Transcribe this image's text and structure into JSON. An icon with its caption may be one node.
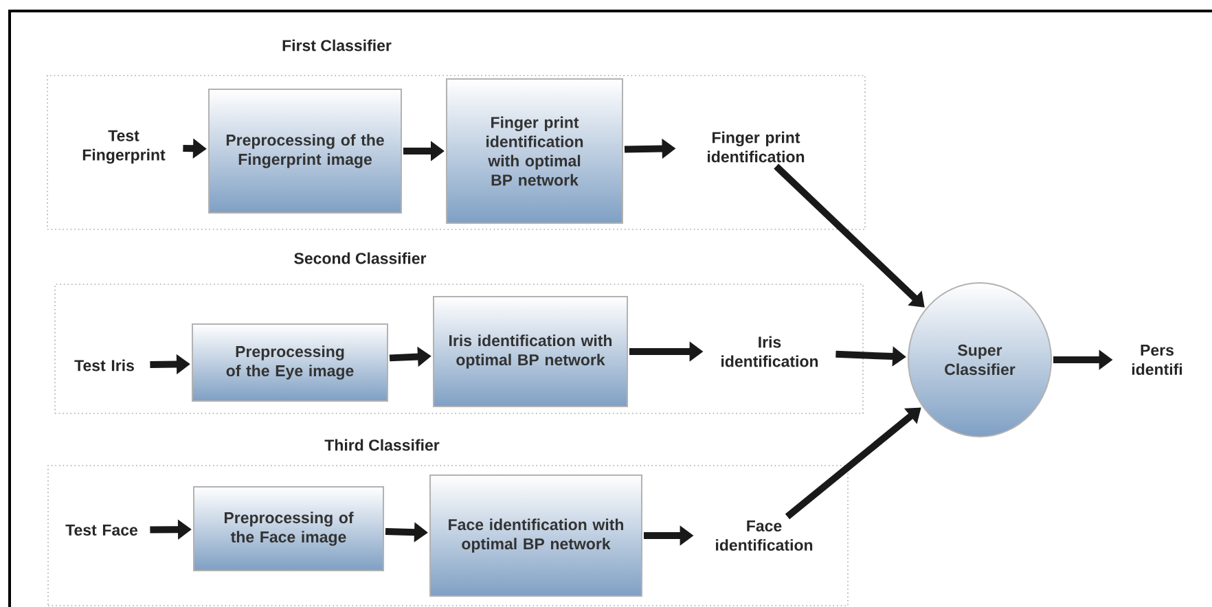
{
  "diagram": {
    "nodes": [
      {
        "text": [
          "First Classifier"
        ]
      },
      {
        "text": [
          "Test Fingerprint"
        ],
        "in": 0
      },
      {
        "text": [
          "Preprocessing of the Fingerprint image"
        ],
        "in": 0
      },
      {
        "text": [
          "Finger print identification with optimal BP network"
        ],
        "in": 0
      },
      {
        "text": [
          "Finger print identification"
        ],
        "in": 0
      },
      {
        "text": [
          "Second Classifier"
        ]
      },
      {
        "text": [
          "Test Iris"
        ],
        "in": 5
      },
      {
        "text": [
          "Preprocessing of the Eye image"
        ],
        "in": 5
      },
      {
        "text": [
          "Iris identification with optimal BP network"
        ],
        "in": 5
      },
      {
        "text": [
          "Iris identification"
        ],
        "in": 5
      },
      {
        "text": [
          "Third Classifier"
        ]
      },
      {
        "text": [
          "Test Face"
        ],
        "in": 10
      },
      {
        "text": [
          "Preprocessing of the Face image"
        ],
        "in": 10
      },
      {
        "text": [
          "Face identification with optimal BP network"
        ],
        "in": 10
      },
      {
        "text": [
          "Face identification"
        ],
        "in": 10
      },
      {
        "text": [
          "Super Classifier"
        ]
      },
      {
        "text": [
          "Pers identifi"
        ]
      }
    ],
    "edges": [
      {
        "from": 1,
        "to": 2,
        "arrow": "to"
      },
      {
        "from": 2,
        "to": 3,
        "arrow": "to"
      },
      {
        "from": 3,
        "to": 4,
        "arrow": "to"
      },
      {
        "from": 6,
        "to": 7,
        "arrow": "to"
      },
      {
        "from": 7,
        "to": 8,
        "arrow": "to"
      },
      {
        "from": 8,
        "to": 9,
        "arrow": "to"
      },
      {
        "from": 11,
        "to": 12,
        "arrow": "to"
      },
      {
        "from": 12,
        "to": 13,
        "arrow": "to"
      },
      {
        "from": 13,
        "to": 14,
        "arrow": "to"
      },
      {
        "from": 4,
        "to": 15,
        "arrow": "to"
      },
      {
        "from": 9,
        "to": 15,
        "arrow": "to"
      },
      {
        "from": 14,
        "to": 15,
        "arrow": "to"
      },
      {
        "from": 15,
        "to": 16,
        "arrow": "to"
      }
    ]
  }
}
